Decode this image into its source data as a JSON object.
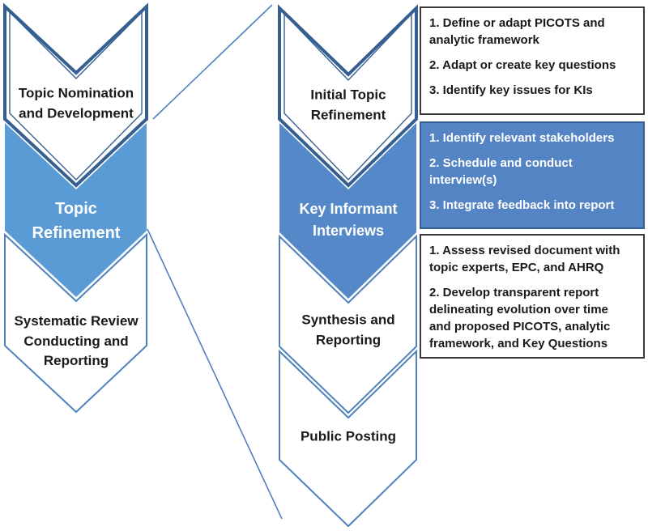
{
  "colors": {
    "navy": "#365F91",
    "steel": "#4F81BD",
    "left_blue": "#5B9BD5",
    "right_blue": "#5588C9",
    "box_blue": "#5584C4",
    "box_border": "#3A3A3A",
    "text_dark": "#1A1A1A"
  },
  "left_stack": {
    "items": [
      {
        "label": "Topic Nomination\nand Development"
      },
      {
        "label": "Topic\nRefinement"
      },
      {
        "label": "Systematic Review\nConducting and\nReporting"
      }
    ]
  },
  "right_stack": {
    "items": [
      {
        "label": "Initial Topic\nRefinement"
      },
      {
        "label": "Key Informant\nInterviews"
      },
      {
        "label": "Synthesis and\nReporting"
      },
      {
        "label": "Public Posting"
      }
    ]
  },
  "detail_boxes": [
    {
      "items": [
        "1. Define or adapt PICOTS and\nanalytic framework",
        "2. Adapt or create key questions",
        "3. Identify key issues for KIs"
      ]
    },
    {
      "items": [
        "1. Identify relevant stakeholders",
        "2. Schedule and conduct\ninterview(s)",
        "3. Integrate feedback into report"
      ]
    },
    {
      "items": [
        "1. Assess revised document with\ntopic experts, EPC, and AHRQ",
        "2. Develop transparent report\ndelineating evolution over time\nand proposed PICOTS, analytic\nframework, and Key Questions"
      ]
    }
  ]
}
